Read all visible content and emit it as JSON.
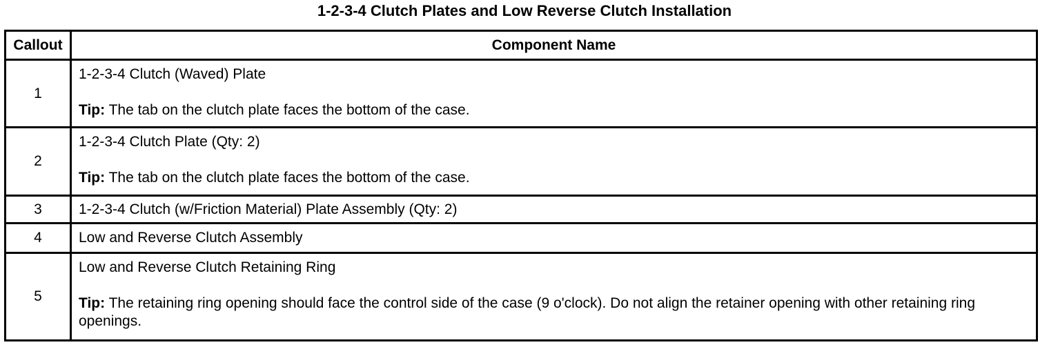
{
  "page": {
    "title": "1-2-3-4 Clutch Plates and Low Reverse Clutch Installation"
  },
  "colors": {
    "text": "#000000",
    "background": "#ffffff",
    "border": "#000000"
  },
  "table": {
    "headers": {
      "callout": "Callout",
      "component": "Component Name"
    },
    "rows": [
      {
        "callout": "1",
        "name": "1-2-3-4 Clutch (Waved) Plate",
        "tip_label": "Tip:",
        "tip": "The tab on the clutch plate faces the bottom of the case."
      },
      {
        "callout": "2",
        "name": "1-2-3-4 Clutch Plate (Qty: 2)",
        "tip_label": "Tip:",
        "tip": "The tab on the clutch plate faces the bottom of the case."
      },
      {
        "callout": "3",
        "name": "1-2-3-4 Clutch (w/Friction Material) Plate Assembly (Qty: 2)"
      },
      {
        "callout": "4",
        "name": "Low and Reverse Clutch Assembly"
      },
      {
        "callout": "5",
        "name": "Low and Reverse Clutch Retaining Ring",
        "tip_label": "Tip:",
        "tip": "The retaining ring opening should face the control side of the case (9 o'clock). Do not align the retainer opening with other retaining ring openings."
      }
    ]
  }
}
